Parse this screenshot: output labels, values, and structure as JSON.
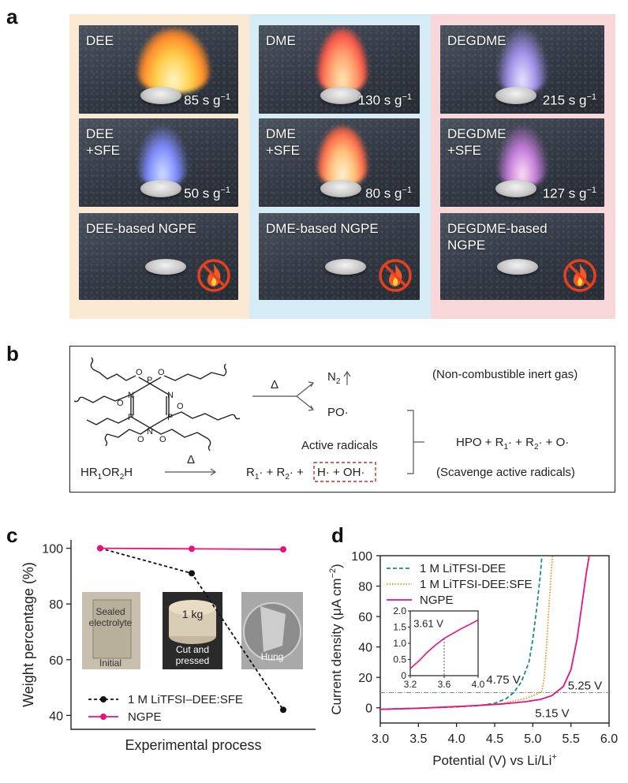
{
  "panel_labels": {
    "a": "a",
    "b": "b",
    "c": "c",
    "d": "d"
  },
  "panel_a": {
    "columns": [
      {
        "bg": "#fbe9d3",
        "photos": [
          {
            "label": "DEE",
            "rate": "85 s g",
            "rate_exp": "−1"
          },
          {
            "label": "DEE\n+SFE",
            "rate": "50 s g",
            "rate_exp": "−1"
          },
          {
            "label": "DEE-based NGPE",
            "rate": "",
            "rate_exp": ""
          }
        ]
      },
      {
        "bg": "#d5ebf6",
        "photos": [
          {
            "label": "DME",
            "rate": "130 s g",
            "rate_exp": "−1"
          },
          {
            "label": "DME\n+SFE",
            "rate": "80 s g",
            "rate_exp": "−1"
          },
          {
            "label": "DME-based NGPE",
            "rate": "",
            "rate_exp": ""
          }
        ]
      },
      {
        "bg": "#f8d7da",
        "photos": [
          {
            "label": "DEGDME",
            "rate": "215 s g",
            "rate_exp": "−1"
          },
          {
            "label": "DEGDME\n+SFE",
            "rate": "127 s g",
            "rate_exp": "−1"
          },
          {
            "label": "DEGDME-based\nNGPE",
            "rate": "",
            "rate_exp": ""
          }
        ]
      }
    ],
    "no_fire_icon": "no-fire-icon"
  },
  "panel_b": {
    "delta": "Δ",
    "delta2": "Δ",
    "n2": "N",
    "n2_sub": "2",
    "po": "PO·",
    "inert": "(Non-combustible inert gas)",
    "active": "Active radicals",
    "reactant": {
      "a": "HR",
      "s1": "1",
      "b": "OR",
      "s2": "2",
      "c": "H"
    },
    "products": {
      "a": "R",
      "s1": "1",
      "b": "· + R",
      "s2": "2",
      "c": "· + "
    },
    "boxed": "H· + OH·",
    "hpo": {
      "a": "HPO + R",
      "s1": "1",
      "b": "· + R",
      "s2": "2",
      "c": "· + O·"
    },
    "scavenge": "(Scavenge active radicals)",
    "atoms": {
      "p": "P",
      "n": "N",
      "o": "O"
    }
  },
  "panel_c": {
    "chart_data": {
      "type": "line",
      "xlabel": "Experimental process",
      "ylabel": "Weight percentage (%)",
      "ylim": [
        35,
        103
      ],
      "yticks": [
        40,
        60,
        80,
        100
      ],
      "x": [
        0,
        1,
        2
      ],
      "series": [
        {
          "name": "1 M LiTFSI–DEE:SFE",
          "values": [
            100,
            91,
            42
          ],
          "color": "#111111",
          "style": "dashed"
        },
        {
          "name": "NGPE",
          "values": [
            100,
            99.8,
            99.6
          ],
          "color": "#e8127c",
          "style": "solid"
        }
      ],
      "annotations": [
        "Sealed electrolyte",
        "Initial",
        "1 kg",
        "Cut and pressed",
        "Hung"
      ]
    }
  },
  "panel_d": {
    "chart_data": {
      "type": "line",
      "xlabel": "Potential (V) vs Li/Li",
      "xlabel_sup": "+",
      "ylabel": "Current density (μA cm",
      "ylabel_sup": "−2",
      "ylabel_end": ")",
      "xlim": [
        3.0,
        6.0
      ],
      "ylim": [
        -10,
        100
      ],
      "xticks": [
        "3.0",
        "3.5",
        "4.0",
        "4.5",
        "5.0",
        "5.5",
        "6.0"
      ],
      "yticks": [
        "0",
        "20",
        "40",
        "60",
        "80",
        "100"
      ],
      "series": [
        {
          "name": "1 M LiTFSI-DEE",
          "color": "#1a8a8a",
          "style": "dashed",
          "x": [
            3.0,
            3.5,
            4.0,
            4.3,
            4.5,
            4.65,
            4.75,
            4.85,
            4.95,
            5.0,
            5.05,
            5.1,
            5.12
          ],
          "y": [
            -1,
            -0.3,
            0.6,
            1.5,
            3,
            6,
            10,
            17,
            30,
            45,
            65,
            88,
            100
          ]
        },
        {
          "name": "1 M LiTFSI-DEE:SFE",
          "color": "#f08c1a",
          "style": "dotted",
          "x": [
            3.0,
            3.5,
            4.0,
            4.3,
            4.6,
            4.9,
            5.05,
            5.12,
            5.15,
            5.18,
            5.21,
            5.24,
            5.26
          ],
          "y": [
            -1,
            -0.3,
            0.7,
            1.5,
            3,
            6,
            9,
            11,
            20,
            40,
            65,
            88,
            100
          ]
        },
        {
          "name": "NGPE",
          "color": "#e8127c",
          "style": "solid",
          "x": [
            3.0,
            3.5,
            4.0,
            4.3,
            4.6,
            4.9,
            5.1,
            5.25,
            5.4,
            5.5,
            5.58,
            5.65,
            5.7,
            5.74
          ],
          "y": [
            -1,
            -0.3,
            0.8,
            1.6,
            2.5,
            4,
            5.5,
            8,
            14,
            25,
            45,
            70,
            88,
            100
          ]
        }
      ],
      "reference_line": 10,
      "annotations": [
        "4.75 V",
        "5.15 V",
        "5.25 V"
      ],
      "inset": {
        "xlim": [
          3.2,
          4.0
        ],
        "ylim": [
          0,
          2.0
        ],
        "xticks": [
          "3.2",
          "3.6",
          "4.0"
        ],
        "yticks": [
          "0",
          "0.5",
          "1.0",
          "1.5",
          "2.0"
        ],
        "x": [
          3.2,
          3.3,
          3.4,
          3.5,
          3.6,
          3.7,
          3.8,
          3.9,
          4.0
        ],
        "y": [
          0.22,
          0.45,
          0.72,
          0.95,
          1.15,
          1.3,
          1.45,
          1.58,
          1.72
        ],
        "label": "3.61 V",
        "marker_x": 3.6
      }
    }
  }
}
